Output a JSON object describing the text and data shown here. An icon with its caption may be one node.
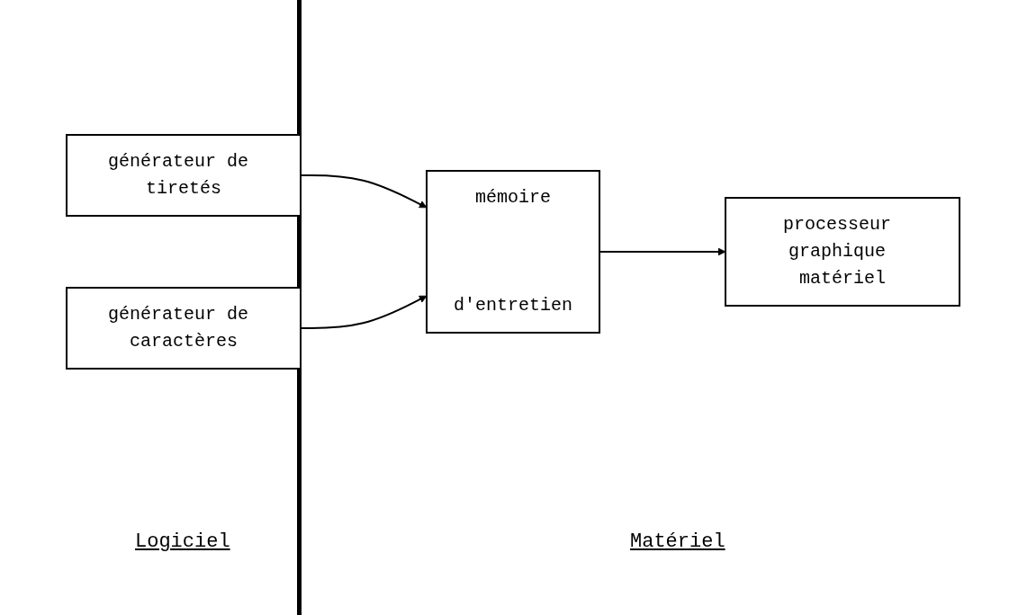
{
  "diagram": {
    "nodes": [
      {
        "text": [
          "générateur de tiretés"
        ]
      },
      {
        "text": [
          "générateur de caractères"
        ]
      },
      {
        "text": [
          "mémoire",
          "d'entretien"
        ]
      },
      {
        "text": [
          "processeur graphique matériel"
        ]
      }
    ],
    "edges": [
      {
        "from": 0,
        "to": 2,
        "arrow": "to"
      },
      {
        "from": 1,
        "to": 2,
        "arrow": "to"
      },
      {
        "from": 2,
        "to": 3,
        "arrow": "to"
      }
    ],
    "labels": [
      "Logiciel",
      "Matériel"
    ]
  }
}
